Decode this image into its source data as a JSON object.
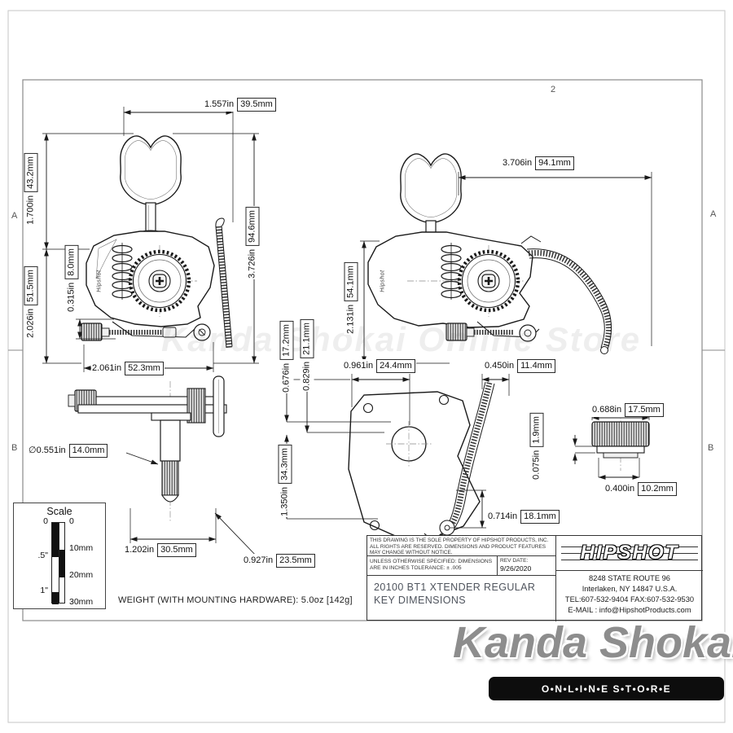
{
  "sheet": {
    "zones": {
      "row_a": "A",
      "row_b": "B",
      "col_2": "2"
    },
    "housing_brand": "Hipshot",
    "center_watermark": "Kanda Shokai Online Store"
  },
  "dimensions": {
    "key_width": {
      "in": "1.557in",
      "mm": "39.5mm"
    },
    "key_height": {
      "in": "1.700in",
      "mm": "43.2mm"
    },
    "body_height": {
      "in": "2.026in",
      "mm": "51.5mm"
    },
    "screw_offset": {
      "in": "0.315in",
      "mm": "8.0mm"
    },
    "total_height": {
      "in": "3.726in",
      "mm": "94.6mm"
    },
    "body_width": {
      "in": "2.061in",
      "mm": "52.3mm"
    },
    "lever_reach": {
      "in": "3.706in",
      "mm": "94.1mm"
    },
    "lever_drop": {
      "in": "2.131in",
      "mm": "54.1mm"
    },
    "plate_hole_x": {
      "in": "0.961in",
      "mm": "24.4mm"
    },
    "plate_lever_x": {
      "in": "0.450in",
      "mm": "11.4mm"
    },
    "plate_hole_y1": {
      "in": "0.676in",
      "mm": "17.2mm"
    },
    "plate_hole_y2": {
      "in": "0.829in",
      "mm": "21.1mm"
    },
    "plate_height": {
      "in": "1.350in",
      "mm": "34.3mm"
    },
    "lever_tip": {
      "in": "0.714in",
      "mm": "18.1mm"
    },
    "knob_width": {
      "in": "0.688in",
      "mm": "17.5mm"
    },
    "knob_flange": {
      "in": "0.075in",
      "mm": "1.9mm"
    },
    "knob_base": {
      "in": "0.400in",
      "mm": "10.2mm"
    },
    "post_diameter": {
      "in": "∅0.551in",
      "mm": "14.0mm"
    },
    "side_width": {
      "in": "1.202in",
      "mm": "30.5mm"
    },
    "post_length": {
      "in": "0.927in",
      "mm": "23.5mm"
    }
  },
  "scale_box": {
    "title": "Scale",
    "inch_labels": [
      "0",
      ".5\"",
      "1\""
    ],
    "mm_labels": [
      "0",
      "10mm",
      "20mm",
      "30mm"
    ]
  },
  "notes": {
    "weight": "WEIGHT (WITH MOUNTING HARDWARE): 5.0oz [142g]"
  },
  "title_block": {
    "legal": "THIS DRAWING IS THE SOLE PROPERTY OF HIPSHOT PRODUCTS, INC. ALL RIGHTS ARE RESERVED. DIMENSIONS AND PRODUCT FEATURES MAY CHANGE WITHOUT NOTICE.",
    "tolerance": "UNLESS OTHERWISE SPECIFIED: DIMENSIONS ARE IN INCHES TOLERANCE: ± .005",
    "rev_label": "REV DATE:",
    "rev_date": "9/26/2020",
    "part_line1": "20100 BT1 XTENDER REGULAR",
    "part_line2": "KEY DIMENSIONS",
    "brand": "HIPSHOT",
    "address": [
      "8248 STATE ROUTE 96",
      "Interlaken, NY 14847 U.S.A.",
      "TEL:607-532-9404 FAX:607-532-9530",
      "E-MAIL : info@HipshotProducts.com"
    ]
  },
  "store_watermark": {
    "name": "Kanda Shokai",
    "tagline": "O•N•L•I•N•E  S•T•O•R•E"
  }
}
